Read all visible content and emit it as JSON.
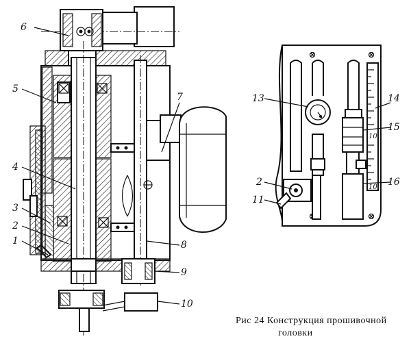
{
  "figure": {
    "caption_line1": "Рис 24 Конструкция прошивочной",
    "caption_line2": "головки"
  },
  "callouts": {
    "left": [
      "6",
      "5",
      "7",
      "4",
      "3",
      "2",
      "1",
      "8",
      "9",
      "10"
    ],
    "right": [
      "13",
      "14",
      "15",
      "2",
      "11",
      "16"
    ]
  },
  "scale_ticks": [
    "10",
    "10"
  ]
}
